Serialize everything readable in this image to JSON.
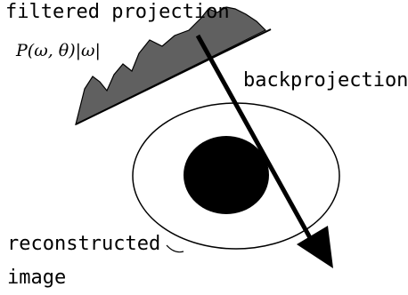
{
  "diagram": {
    "labels": {
      "filtered_projection": "filtered projection",
      "formula": "P(ω, θ)|ω|",
      "backprojection": "backprojection",
      "reconstructed_line1": "reconstructed",
      "reconstructed_line2": "image"
    },
    "colors": {
      "ink": "#000000",
      "projection_fill": "#606060",
      "object_fill": "#000000",
      "background": "#ffffff"
    }
  }
}
